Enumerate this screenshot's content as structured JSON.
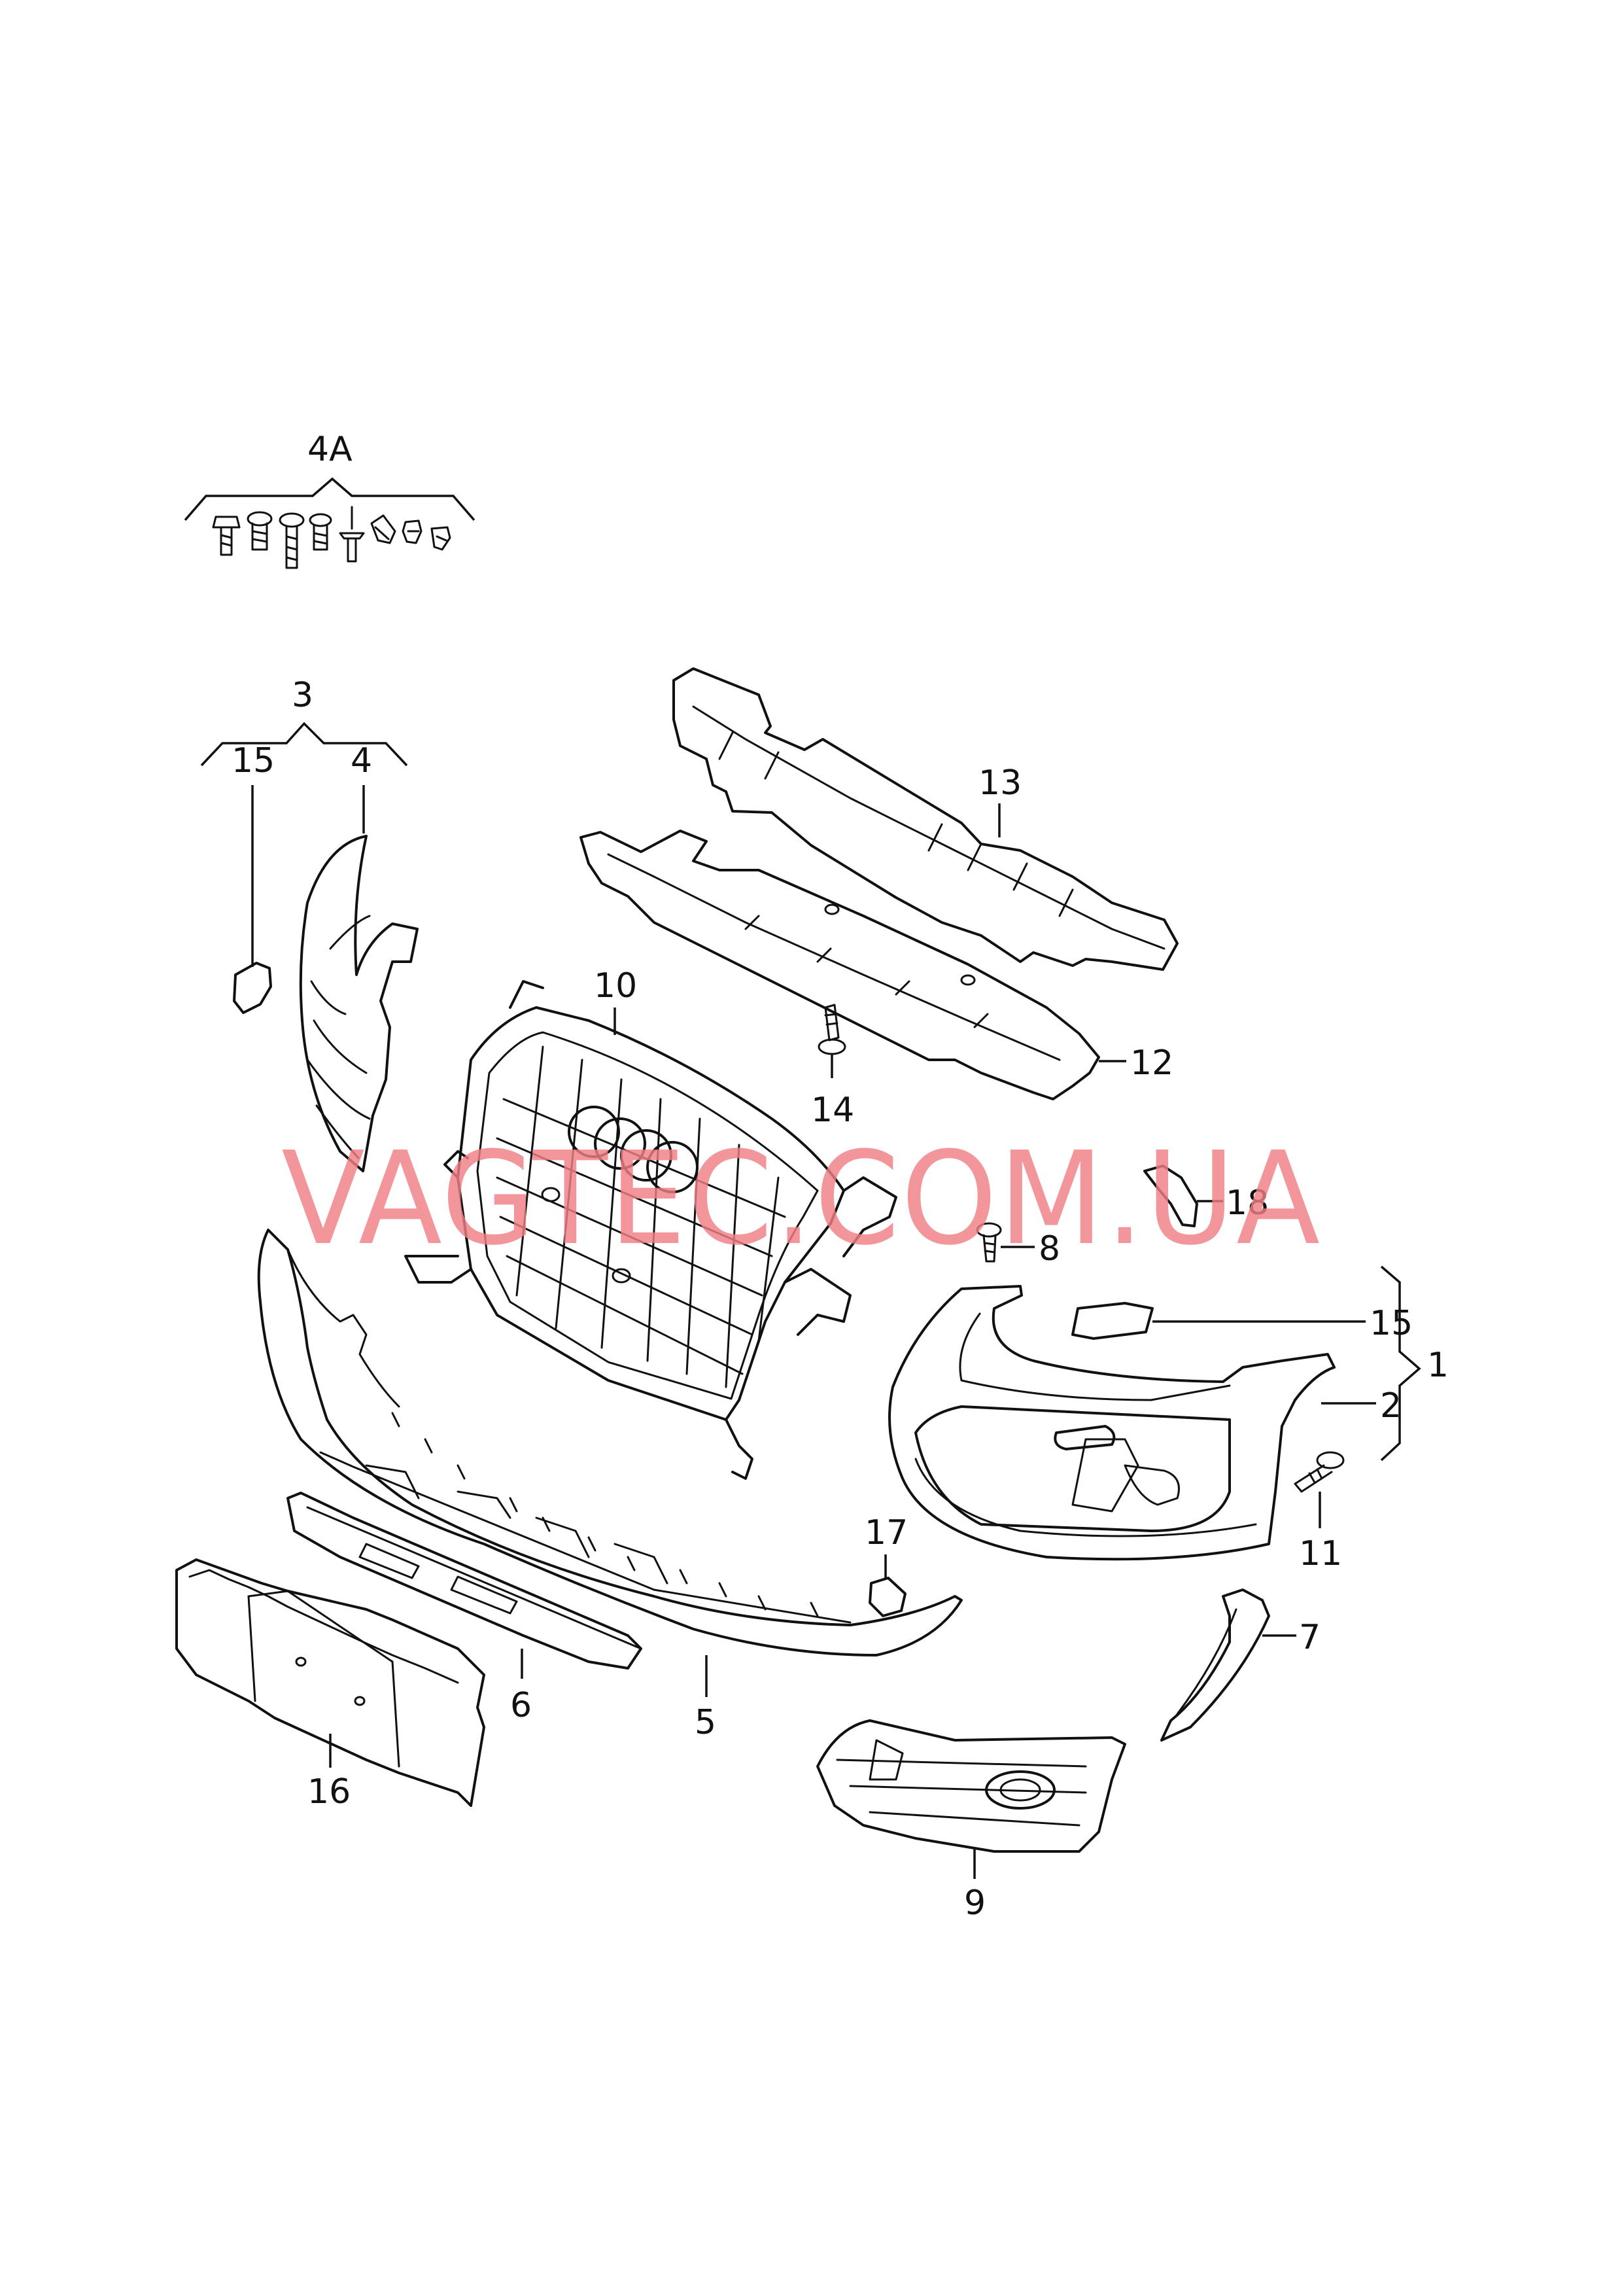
{
  "watermark": "VAGTEC.COM.UA",
  "callouts": {
    "c1": "1",
    "c2": "2",
    "c3": "3",
    "c4": "4",
    "c4a": "4A",
    "c5": "5",
    "c6": "6",
    "c7": "7",
    "c8": "8",
    "c9": "9",
    "c10": "10",
    "c11": "11",
    "c12": "12",
    "c13": "13",
    "c14": "14",
    "c15a": "15",
    "c15b": "15",
    "c16": "16",
    "c17": "17",
    "c18": "18"
  }
}
